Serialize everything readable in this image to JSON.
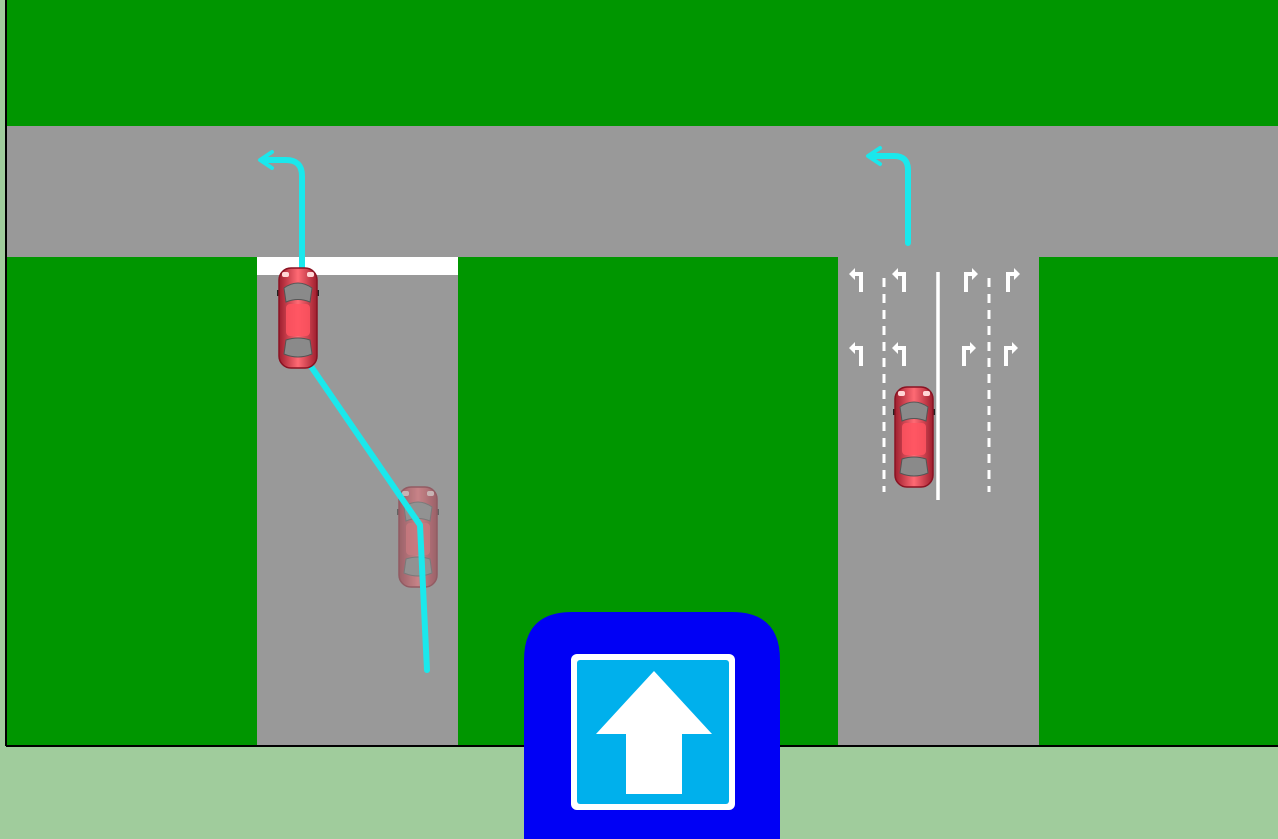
{
  "colors": {
    "grass": "#009600",
    "road": "#999999",
    "outer_background": "#a0cc9c",
    "path": "#1ae8ec",
    "car_body": "#d8384a",
    "markings": "#ffffff",
    "sign_outer": "#0000f5",
    "sign_inner": "#00b0ec",
    "sign_border": "#ffffff"
  },
  "scene": {
    "roads": [
      "main-road",
      "left-one-way-road",
      "right-two-way-road"
    ],
    "left_road": {
      "stop_line": true,
      "cars": [
        {
          "role": "current-position",
          "opacity": 1.0
        },
        {
          "role": "previous-position",
          "opacity": 0.45
        }
      ],
      "path": "left-turn"
    },
    "right_road": {
      "lane_arrows": [
        "left",
        "left",
        "right",
        "right"
      ],
      "cars": [
        {
          "role": "current-position",
          "opacity": 1.0
        }
      ],
      "path": "left-turn"
    }
  },
  "sign": {
    "type": "one-way-road",
    "icon": "arrow-up-icon"
  }
}
